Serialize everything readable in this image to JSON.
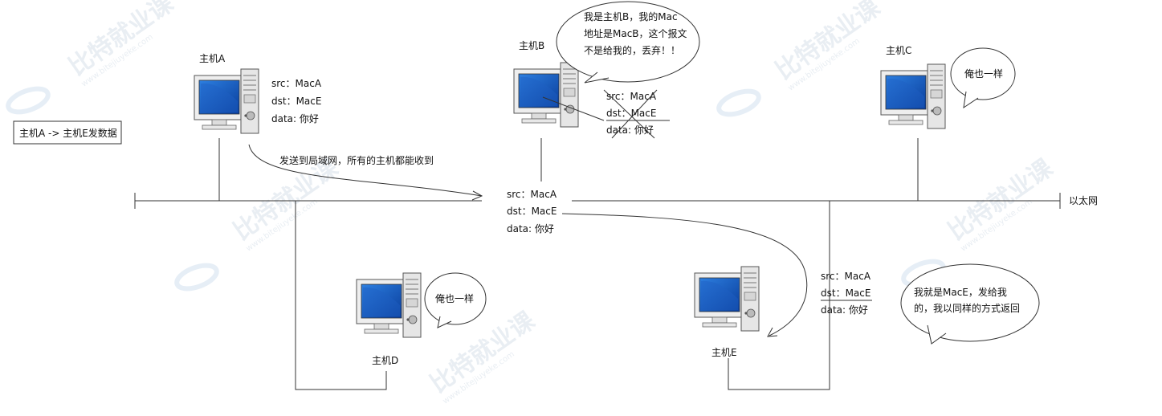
{
  "title_box": "主机A -> 主机E发数据",
  "network_label": "以太网",
  "broadcast_note": "发送到局域网，所有的主机都能收到",
  "hosts": {
    "a": "主机A",
    "b": "主机B",
    "c": "主机C",
    "d": "主机D",
    "e": "主机E"
  },
  "packet": {
    "src": "src：MacA",
    "dst": "dst：MacE",
    "data": "data: 你好"
  },
  "bubbles": {
    "b": [
      "我是主机B，我的Mac",
      "地址是MacB，这个报文",
      "不是给我的，丢弃！！"
    ],
    "c": "俺也一样",
    "d": "俺也一样",
    "e": [
      "我就是MacE，发给我",
      "的，我以同样的方式返回"
    ]
  },
  "watermark": {
    "brand": "比特就业课",
    "site": "www.bitejiuyeke.com"
  }
}
